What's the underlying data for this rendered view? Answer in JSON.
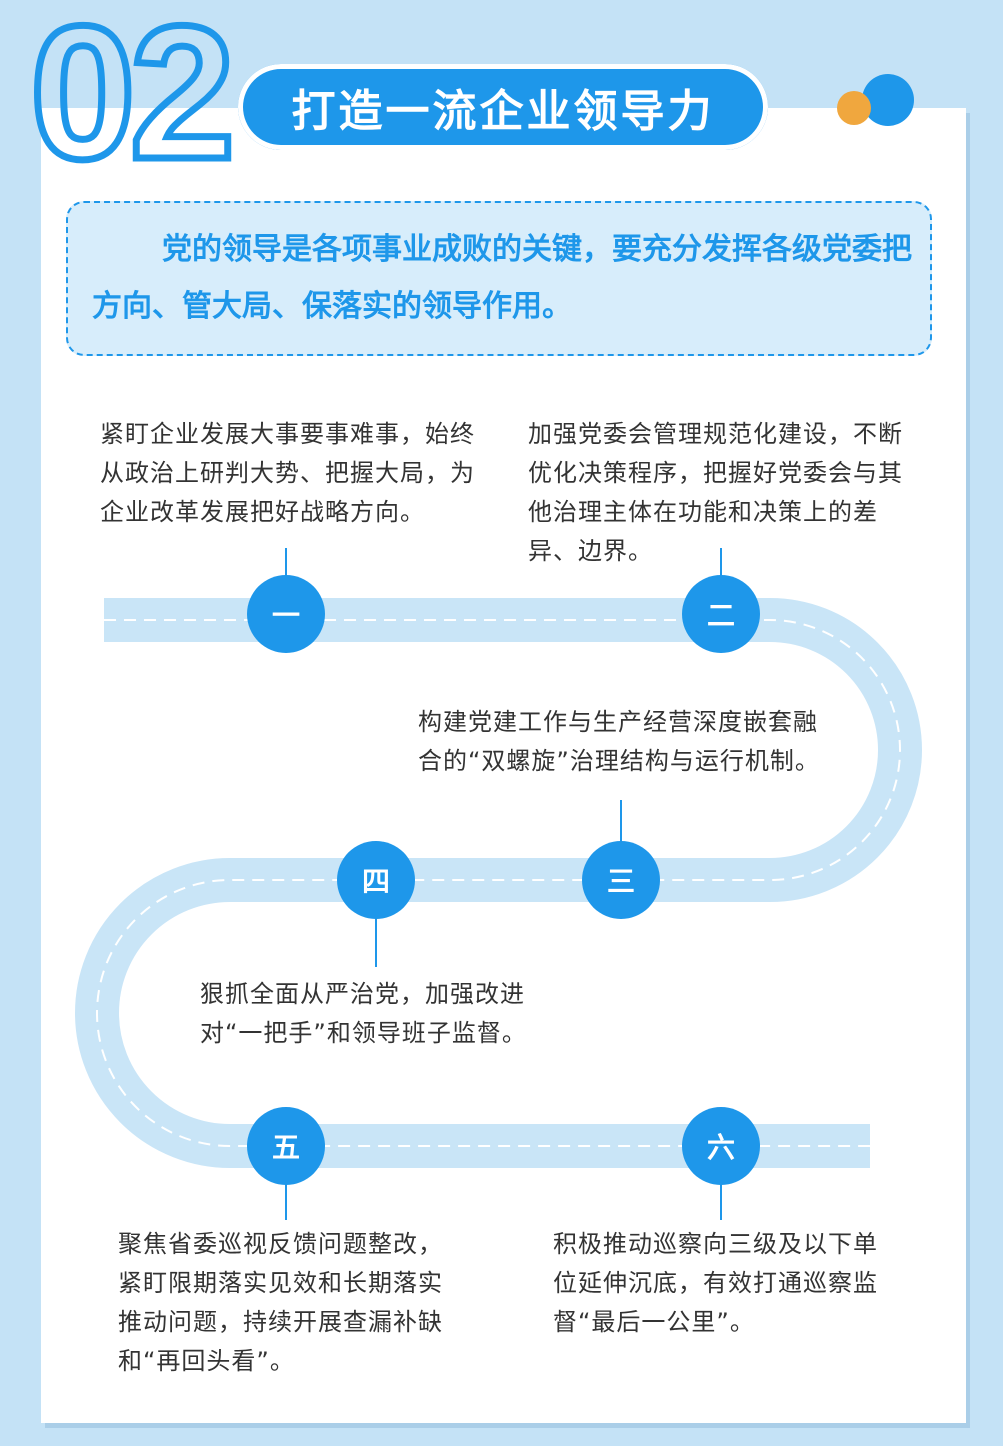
{
  "header": {
    "number": "02",
    "title": "打造一流企业领导力"
  },
  "intro": "党的领导是各项事业成败的关键，要充分发挥各级党委把方向、管大局、保落实的领导作用。",
  "steps": [
    {
      "num": "一",
      "text": "紧盯企业发展大事要事难事，始终从政治上研判大势、把握大局，为企业改革发展把好战略方向。"
    },
    {
      "num": "二",
      "text": "加强党委会管理规范化建设，不断优化决策程序，把握好党委会与其他治理主体在功能和决策上的差异、边界。"
    },
    {
      "num": "三",
      "text": "构建党建工作与生产经营深度嵌套融合的“双螺旋”治理结构与运行机制。"
    },
    {
      "num": "四",
      "text": "狠抓全面从严治党，加强改进对“一把手”和领导班子监督。"
    },
    {
      "num": "五",
      "text": "聚焦省委巡视反馈问题整改，紧盯限期落实见效和长期落实推动问题，持续开展查漏补缺和“再回头看”。"
    },
    {
      "num": "六",
      "text": "积极推动巡察向三级及以下单位延伸沉底，有效打通巡察监督“最后一公里”。"
    }
  ],
  "colors": {
    "accent": "#1e97ea",
    "road": "#c9e5f7",
    "background": "#c4e2f6",
    "dot_orange": "#f0a73e"
  }
}
